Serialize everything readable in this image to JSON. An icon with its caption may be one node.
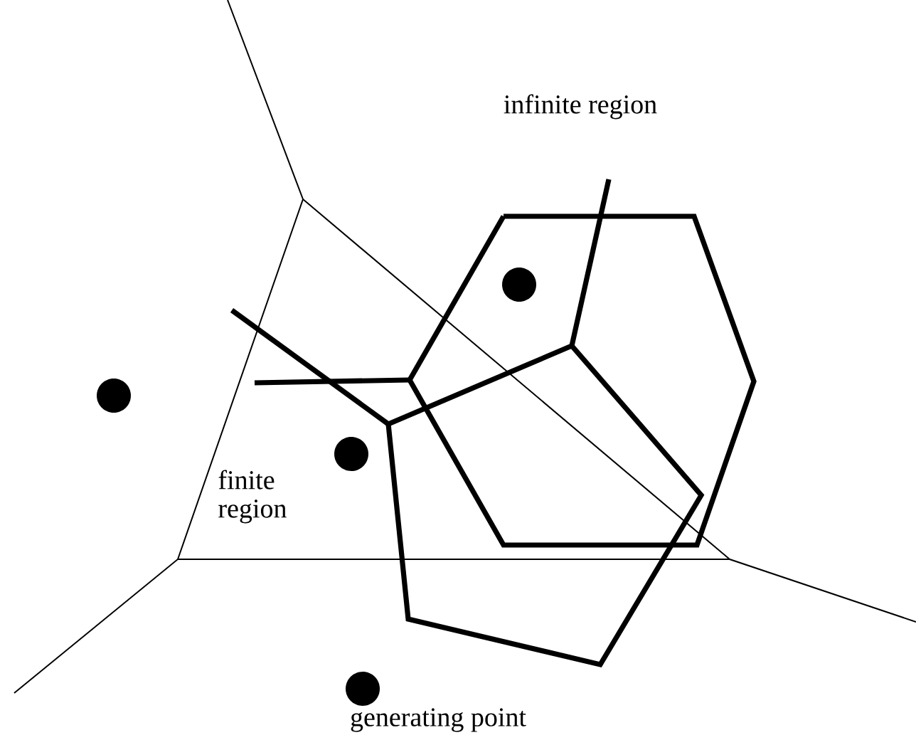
{
  "diagram": {
    "labels": [
      "infinite region",
      "finite region",
      "generating point"
    ]
  }
}
